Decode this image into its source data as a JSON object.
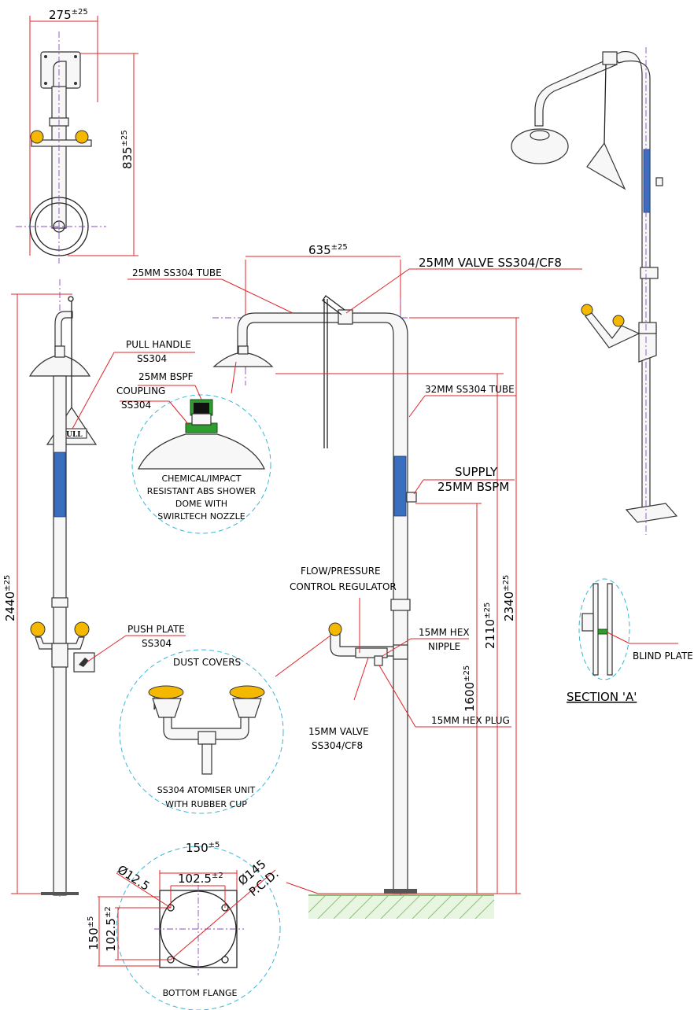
{
  "dimensions": {
    "top_width": "275",
    "top_width_tol": "±25",
    "top_height": "835",
    "top_height_tol": "±25",
    "arm_length": "635",
    "arm_length_tol": "±25",
    "overall_height": "2440",
    "overall_height_tol": "±25",
    "head_height": "2340",
    "head_height_tol": "±25",
    "dome_height": "2110",
    "dome_height_tol": "±25",
    "supply_height": "1600",
    "supply_height_tol": "±25",
    "flange_width": "150",
    "flange_width_tol": "±5",
    "flange_height": "150",
    "flange_height_tol": "±5",
    "hole_spacing_x": "102.5",
    "hole_spacing_x_tol": "±2",
    "hole_spacing_y": "102.5",
    "hole_spacing_y_tol": "±2",
    "hole_dia": "Ø12.5",
    "pcd_dia": "Ø145",
    "pcd_label": "P.C.D."
  },
  "callouts": {
    "tube_25": "25MM SS304 TUBE",
    "valve_25": "25MM VALVE SS304/CF8",
    "pull_handle_1": "PULL HANDLE",
    "pull_handle_2": "SS304",
    "bspf": "25MM BSPF",
    "coupling_1": "COUPLING",
    "coupling_2": "SS304",
    "tube_32": "32MM SS304 TUBE",
    "supply_1": "SUPPLY",
    "supply_2": "25MM BSPM",
    "flow_1": "FLOW/PRESSURE",
    "flow_2": "CONTROL REGULATOR",
    "push_plate_1": "PUSH PLATE",
    "push_plate_2": "SS304",
    "hex_nipple_1": "15MM HEX",
    "hex_nipple_2": "NIPPLE",
    "hex_plug": "15MM HEX PLUG",
    "valve_15_1": "15MM VALVE",
    "valve_15_2": "SS304/CF8",
    "dust_covers": "DUST COVERS",
    "blind_plate": "BLIND PLATE",
    "section_a": "SECTION 'A'"
  },
  "detail_notes": {
    "dome_1": "CHEMICAL/IMPACT",
    "dome_2": "RESISTANT ABS SHOWER",
    "dome_3": "DOME WITH",
    "dome_4": "SWIRLTECH NOZZLE",
    "atomiser_1": "SS304 ATOMISER UNIT",
    "atomiser_2": "WITH RUBBER CUP",
    "bottom_flange": "BOTTOM FLANGE"
  },
  "markings": {
    "pull_sign": "PULL"
  },
  "colors": {
    "leader_lines": "#e0242a",
    "center_lines": "#8a4bbf",
    "detail_circles": "#35b8d8",
    "eyewash_heads": "#f5b800",
    "coupling": "#2d9e2d",
    "ground_hatch": "#7fc36a",
    "sticker": "#3a6fc0"
  }
}
